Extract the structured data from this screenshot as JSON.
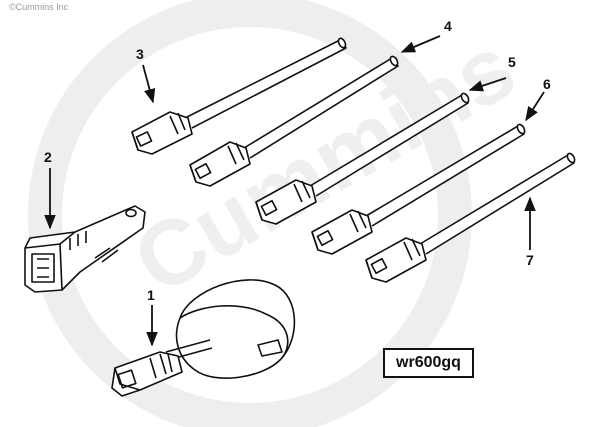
{
  "copyright": "©Cummins Inc",
  "watermark": "Cummins",
  "figure_id": "wr600gq",
  "callouts": [
    {
      "id": "c1",
      "label": "1"
    },
    {
      "id": "c2",
      "label": "2"
    },
    {
      "id": "c3",
      "label": "3"
    },
    {
      "id": "c4",
      "label": "4"
    },
    {
      "id": "c5",
      "label": "5"
    },
    {
      "id": "c6",
      "label": "6"
    },
    {
      "id": "c7",
      "label": "7"
    }
  ],
  "colors": {
    "line": "#111111",
    "watermark": "#eeeeee",
    "background": "#ffffff"
  }
}
